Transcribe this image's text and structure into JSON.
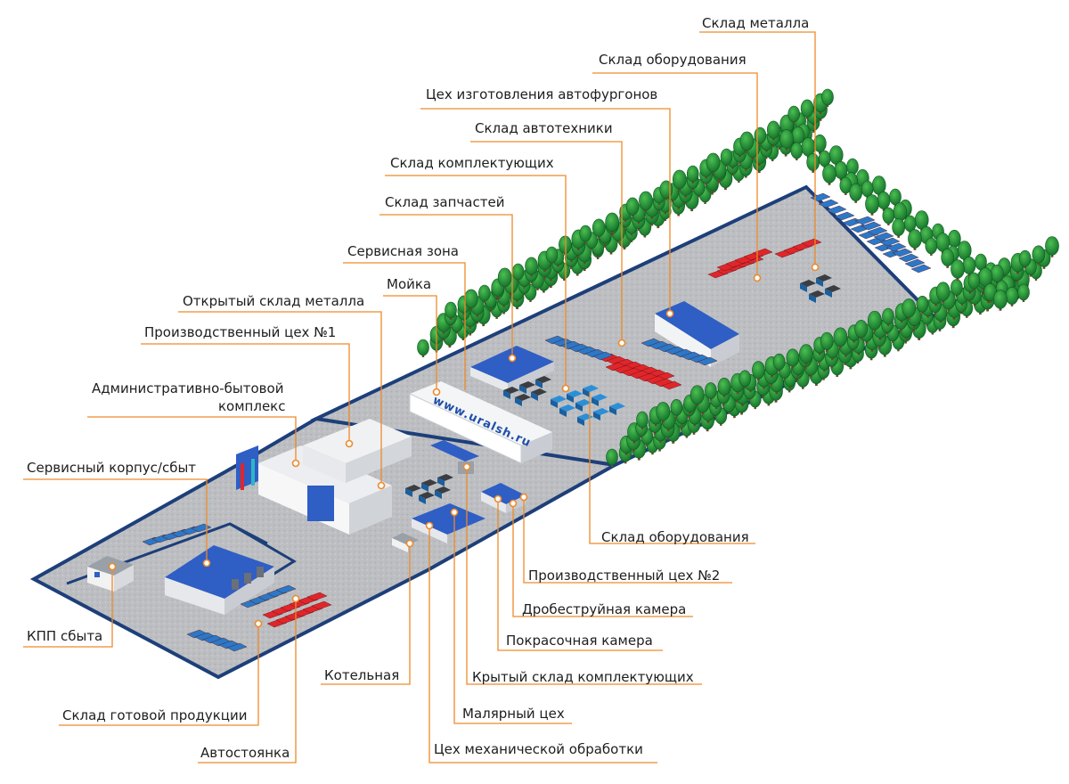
{
  "labels": {
    "metal_warehouse": "Склад металла",
    "equipment_warehouse_top": "Склад оборудования",
    "van_shop": "Цех изготовления автофургонов",
    "vehicle_warehouse": "Склад автотехники",
    "components_warehouse": "Склад комплектующих",
    "spare_parts_warehouse": "Склад запчастей",
    "service_zone": "Сервисная зона",
    "open_metal_warehouse": "Открытый склад металла",
    "car_wash": "Мойка",
    "production_shop_1": "Производственный цех №1",
    "admin_complex_line1": "Административно-бытовой",
    "admin_complex_line2": "комплекс",
    "service_building_sales": "Сервисный корпус/сбыт",
    "checkpoint_sales": "КПП сбыта",
    "equipment_warehouse_bottom": "Склад оборудования",
    "production_shop_2": "Производственный цех №2",
    "shot_blast_chamber": "Дробеструйная камера",
    "paint_chamber": "Покрасочная камера",
    "covered_components_warehouse": "Крытый склад комплектующих",
    "boiler_house": "Котельная",
    "painting_shop": "Малярный цех",
    "finished_goods_warehouse": "Склад готовой продукции",
    "machining_shop": "Цех механической обработки",
    "car_parking": "Автостоянка"
  },
  "signage": {
    "building_url": "www.uralsh.ru"
  },
  "colors": {
    "leader_line": "#ee8a2a",
    "ground": "#bfc1c4",
    "fence": "#1d3f7a",
    "roof_blue": "#2f5ec4",
    "trees": "#1f8a2e",
    "trucks_red": "#e0262b",
    "trucks_blue": "#2b78c8",
    "containers_blue": "#2b8fd8"
  }
}
